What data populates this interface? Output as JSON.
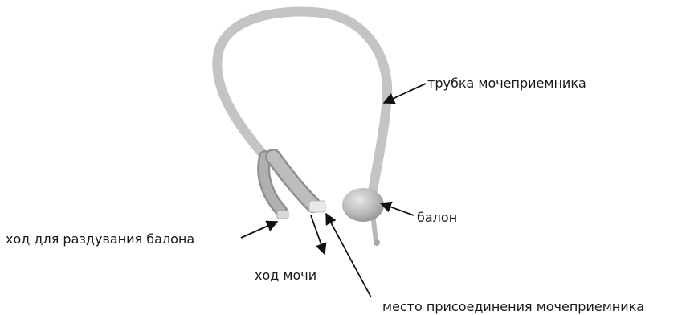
{
  "labels": {
    "drainage_tube": "трубка мочеприемника",
    "balloon": "балон",
    "inflation_channel": "ход для раздувания балона",
    "urine_channel": "ход мочи",
    "connection_site": "место присоединения мочеприемника"
  },
  "colors": {
    "catheter": "#b9b9b9",
    "catheter_shadow": "#9c9c9c",
    "arrow": "#111111",
    "text": "#1a1a1a"
  },
  "icons": {
    "pointer": "arrow-icon"
  }
}
